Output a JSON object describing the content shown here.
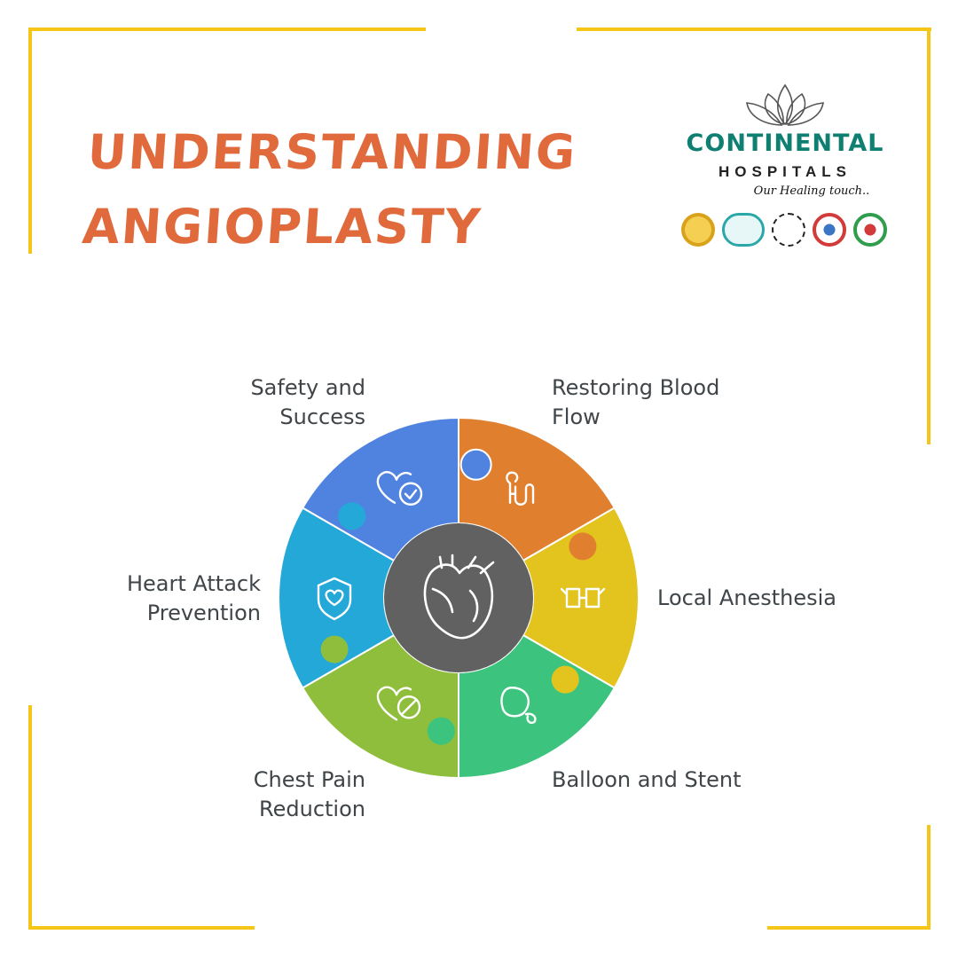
{
  "title": {
    "line1": "UNDERSTANDING",
    "line2": "ANGIOPLASTY"
  },
  "logo": {
    "name": "CONTINENTAL",
    "subtitle": "HOSPITALS",
    "tagline": "Our Healing touch..",
    "accreditation_icons": [
      "jci-badge-icon",
      "qai-badge-icon",
      "accreditation-seal-icon",
      "nabh-badge-icon",
      "nabl-badge-icon"
    ]
  },
  "diagram": {
    "center_icon": "heart-icon",
    "segments": [
      {
        "label_lines": [
          "Restoring Blood",
          "Flow"
        ],
        "color": "#e07f2e",
        "icon": "blood-flow-icon"
      },
      {
        "label_lines": [
          "Local Anesthesia"
        ],
        "color": "#e3c31e",
        "icon": "anesthesia-icon"
      },
      {
        "label_lines": [
          "Balloon and Stent"
        ],
        "color": "#3cc47e",
        "icon": "balloon-icon"
      },
      {
        "label_lines": [
          "Chest Pain",
          "Reduction"
        ],
        "color": "#8fbe3c",
        "icon": "heart-block-icon"
      },
      {
        "label_lines": [
          "Heart Attack",
          "Prevention"
        ],
        "color": "#23a8d8",
        "icon": "shield-heart-icon"
      },
      {
        "label_lines": [
          "Safety and",
          "Success"
        ],
        "color": "#4f83df",
        "icon": "heart-check-icon"
      }
    ]
  },
  "colors": {
    "title": "#e06a3c",
    "frame": "#f5c518",
    "brand": "#0f7f72",
    "center": "#616161"
  }
}
